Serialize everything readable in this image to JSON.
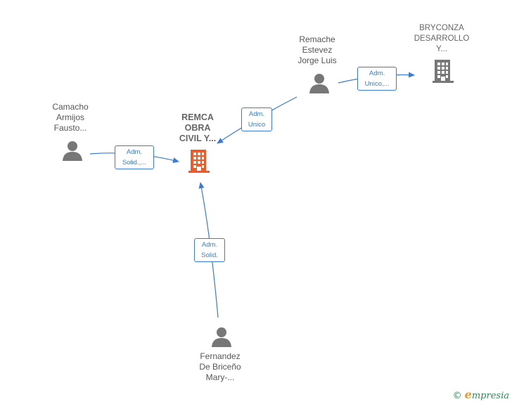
{
  "nodes": {
    "remca": {
      "label": "REMCA\nOBRA\nCIVIL Y...",
      "color": "#f05a28"
    },
    "bryconza": {
      "label": "BRYCONZA\nDESARROLLO\nY...",
      "color": "#777777"
    },
    "remache": {
      "label": "Remache\nEstevez\nJorge Luis"
    },
    "camacho": {
      "label": "Camacho\nArmijos\nFausto..."
    },
    "fernandez": {
      "label": "Fernandez\nDe Briceño\nMary-..."
    }
  },
  "edges": {
    "camacho_remca": "Adm.\nSolid.,...",
    "remache_remca": "Adm.\nUnico",
    "remache_bryconza": "Adm.\nUnico,...",
    "fernandez_remca": "Adm.\nSolid."
  },
  "colors": {
    "edge": "#3a7bd5",
    "person": "#777777"
  },
  "footer": {
    "copyright": "©",
    "brand_initial": "e",
    "brand_rest": "mpresia"
  }
}
